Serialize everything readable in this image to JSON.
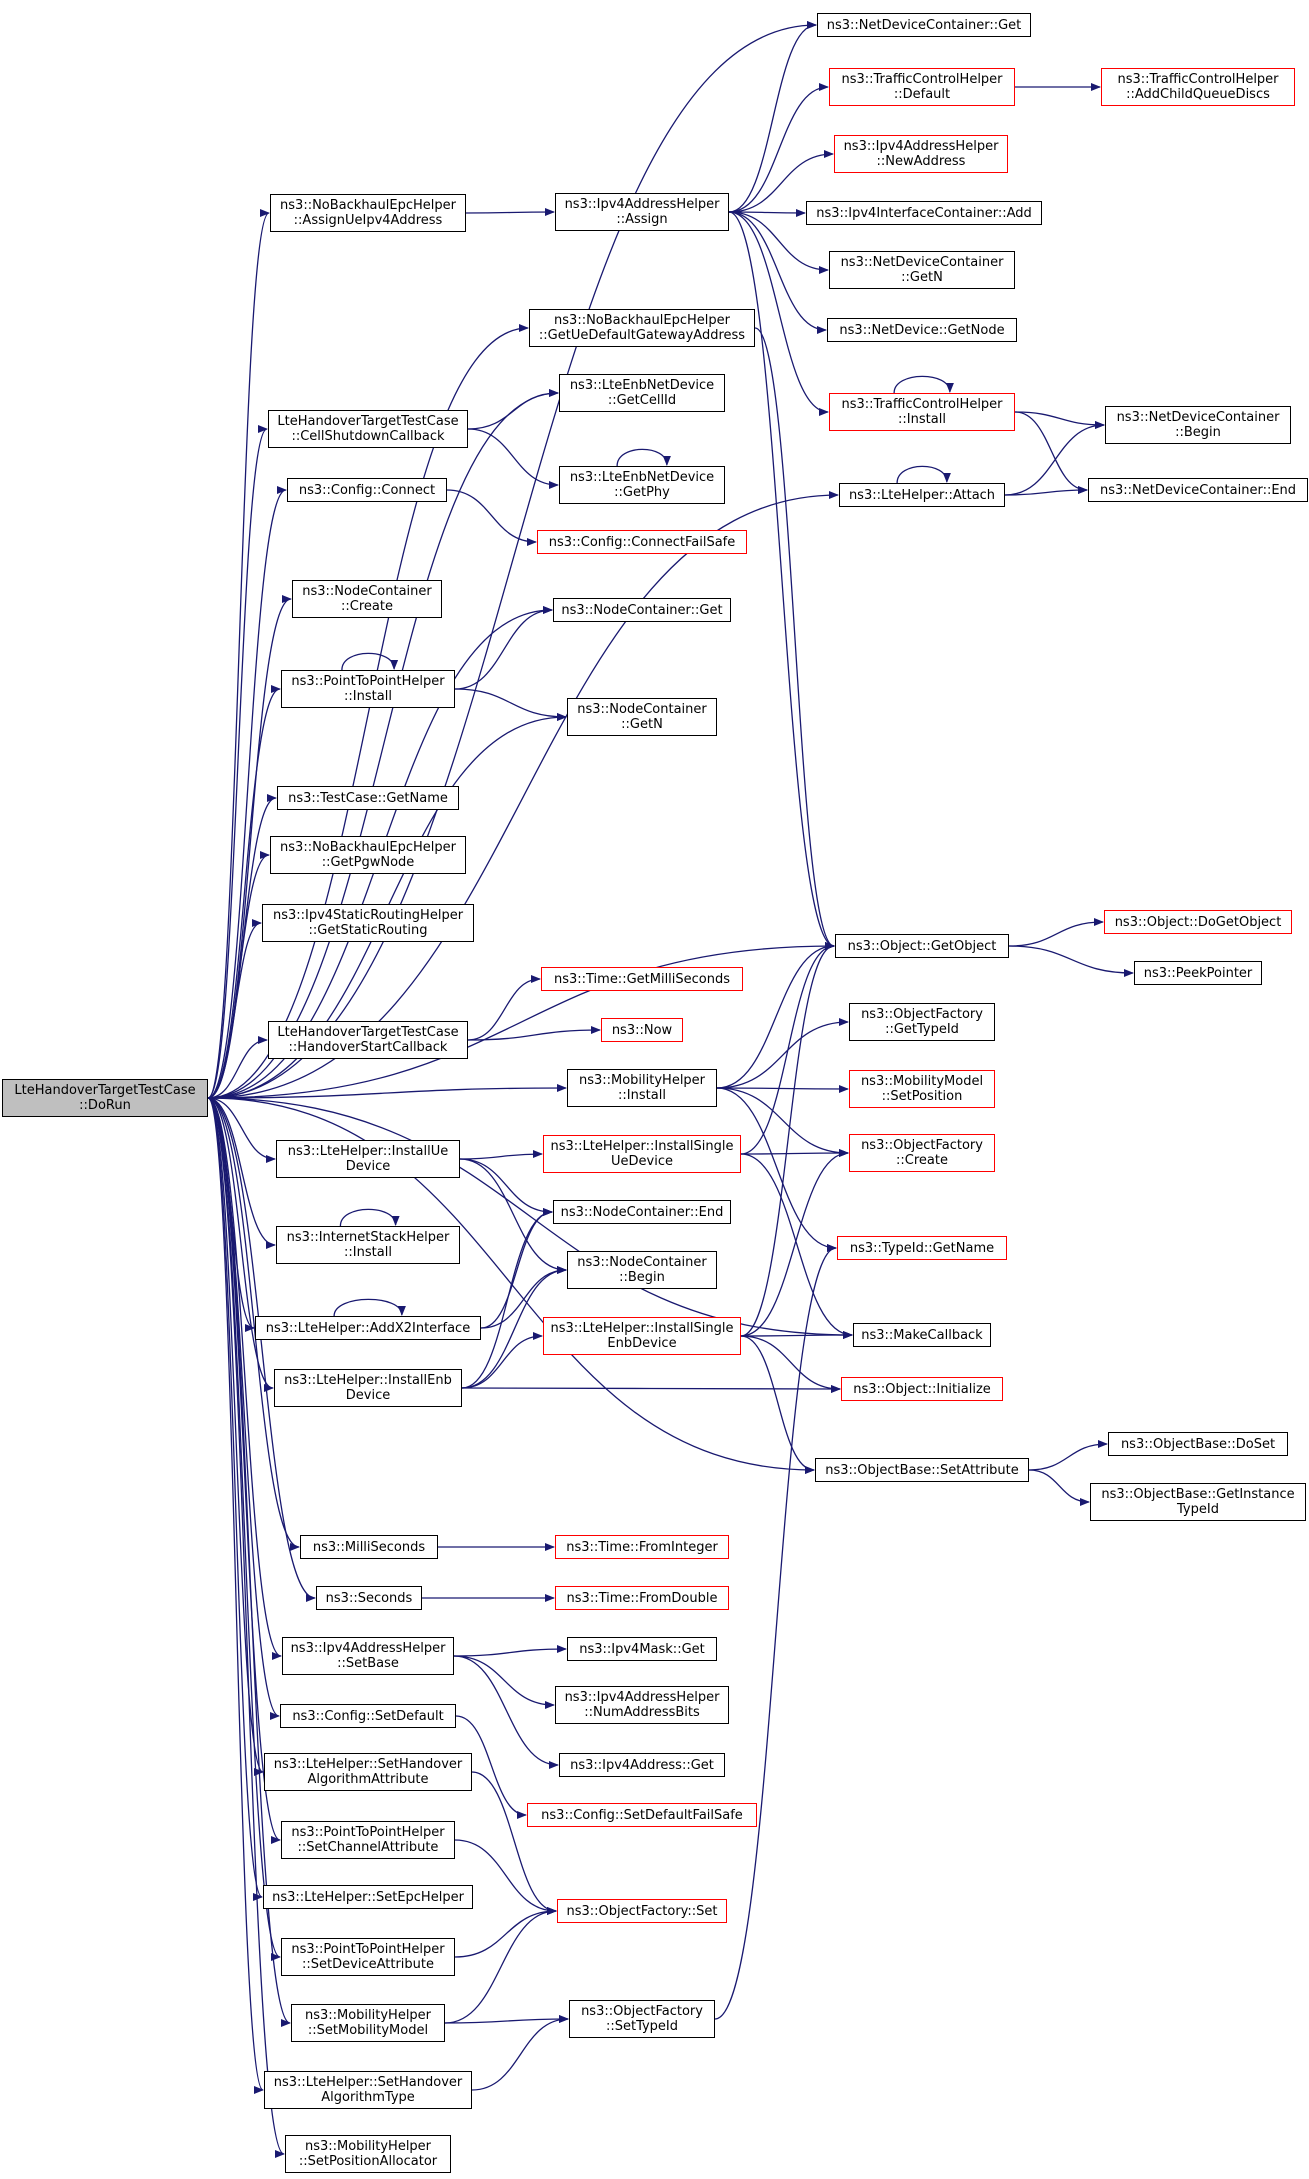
{
  "graph": {
    "root": "root",
    "colors": {
      "edge": "#191970",
      "truncated_border": "#ff0000",
      "node_border": "#000000",
      "root_fill": "#bfbfbf",
      "background": "#ffffff"
    },
    "nodes": [
      {
        "id": "root",
        "lines": [
          "LteHandoverTargetTestCase",
          "::DoRun"
        ],
        "truncated": false
      },
      {
        "id": "nbAssign",
        "lines": [
          "ns3::NoBackhaulEpcHelper",
          "::AssignUeIpv4Address"
        ],
        "truncated": false
      },
      {
        "id": "cellShutdown",
        "lines": [
          "LteHandoverTargetTestCase",
          "::CellShutdownCallback"
        ],
        "truncated": false
      },
      {
        "id": "cfgConnect",
        "lines": [
          "ns3::Config::Connect"
        ],
        "truncated": false
      },
      {
        "id": "ncCreate",
        "lines": [
          "ns3::NodeContainer",
          "::Create"
        ],
        "truncated": false
      },
      {
        "id": "p2pInstall",
        "lines": [
          "ns3::PointToPointHelper",
          "::Install"
        ],
        "truncated": false
      },
      {
        "id": "tcGetName",
        "lines": [
          "ns3::TestCase::GetName"
        ],
        "truncated": false
      },
      {
        "id": "nbPgw",
        "lines": [
          "ns3::NoBackhaulEpcHelper",
          "::GetPgwNode"
        ],
        "truncated": false
      },
      {
        "id": "ipv4Static",
        "lines": [
          "ns3::Ipv4StaticRoutingHelper",
          "::GetStaticRouting"
        ],
        "truncated": false
      },
      {
        "id": "hoStart",
        "lines": [
          "LteHandoverTargetTestCase",
          "::HandoverStartCallback"
        ],
        "truncated": false
      },
      {
        "id": "lteInstallUe",
        "lines": [
          "ns3::LteHelper::InstallUe",
          "Device"
        ],
        "truncated": false
      },
      {
        "id": "inetInstall",
        "lines": [
          "ns3::InternetStackHelper",
          "::Install"
        ],
        "truncated": false
      },
      {
        "id": "addX2",
        "lines": [
          "ns3::LteHelper::AddX2Interface"
        ],
        "truncated": false
      },
      {
        "id": "lteInstallEnb",
        "lines": [
          "ns3::LteHelper::InstallEnb",
          "Device"
        ],
        "truncated": false
      },
      {
        "id": "milliSec",
        "lines": [
          "ns3::MilliSeconds"
        ],
        "truncated": false
      },
      {
        "id": "seconds",
        "lines": [
          "ns3::Seconds"
        ],
        "truncated": false
      },
      {
        "id": "ipv4SetBase",
        "lines": [
          "ns3::Ipv4AddressHelper",
          "::SetBase"
        ],
        "truncated": false
      },
      {
        "id": "cfgSetDefault",
        "lines": [
          "ns3::Config::SetDefault"
        ],
        "truncated": false
      },
      {
        "id": "lteSetHoAttr",
        "lines": [
          "ns3::LteHelper::SetHandover",
          "AlgorithmAttribute"
        ],
        "truncated": false
      },
      {
        "id": "p2pSetChan",
        "lines": [
          "ns3::PointToPointHelper",
          "::SetChannelAttribute"
        ],
        "truncated": false
      },
      {
        "id": "lteSetEpc",
        "lines": [
          "ns3::LteHelper::SetEpcHelper"
        ],
        "truncated": false
      },
      {
        "id": "p2pSetDev",
        "lines": [
          "ns3::PointToPointHelper",
          "::SetDeviceAttribute"
        ],
        "truncated": false
      },
      {
        "id": "mobSetModel",
        "lines": [
          "ns3::MobilityHelper",
          "::SetMobilityModel"
        ],
        "truncated": false
      },
      {
        "id": "lteSetHoType",
        "lines": [
          "ns3::LteHelper::SetHandover",
          "AlgorithmType"
        ],
        "truncated": false
      },
      {
        "id": "mobSetPos",
        "lines": [
          "ns3::MobilityHelper",
          "::SetPositionAllocator"
        ],
        "truncated": false
      },
      {
        "id": "ipv4Assign",
        "lines": [
          "ns3::Ipv4AddressHelper",
          "::Assign"
        ],
        "truncated": false
      },
      {
        "id": "nbGetGw",
        "lines": [
          "ns3::NoBackhaulEpcHelper",
          "::GetUeDefaultGatewayAddress"
        ],
        "truncated": false
      },
      {
        "id": "enbGetCellId",
        "lines": [
          "ns3::LteEnbNetDevice",
          "::GetCellId"
        ],
        "truncated": false
      },
      {
        "id": "enbGetPhy",
        "lines": [
          "ns3::LteEnbNetDevice",
          "::GetPhy"
        ],
        "truncated": false
      },
      {
        "id": "cfgConnectFs",
        "lines": [
          "ns3::Config::ConnectFailSafe"
        ],
        "truncated": true
      },
      {
        "id": "ncGet",
        "lines": [
          "ns3::NodeContainer::Get"
        ],
        "truncated": false
      },
      {
        "id": "ncGetN",
        "lines": [
          "ns3::NodeContainer",
          "::GetN"
        ],
        "truncated": false
      },
      {
        "id": "timeGetMs",
        "lines": [
          "ns3::Time::GetMilliSeconds"
        ],
        "truncated": true
      },
      {
        "id": "now",
        "lines": [
          "ns3::Now"
        ],
        "truncated": true
      },
      {
        "id": "mobInstall",
        "lines": [
          "ns3::MobilityHelper",
          "::Install"
        ],
        "truncated": false
      },
      {
        "id": "lteInstallSingleUe",
        "lines": [
          "ns3::LteHelper::InstallSingle",
          "UeDevice"
        ],
        "truncated": true
      },
      {
        "id": "ncEnd",
        "lines": [
          "ns3::NodeContainer::End"
        ],
        "truncated": false
      },
      {
        "id": "ncBegin",
        "lines": [
          "ns3::NodeContainer",
          "::Begin"
        ],
        "truncated": false
      },
      {
        "id": "lteInstallSingleEnb",
        "lines": [
          "ns3::LteHelper::InstallSingle",
          "EnbDevice"
        ],
        "truncated": true
      },
      {
        "id": "timeFromInt",
        "lines": [
          "ns3::Time::FromInteger"
        ],
        "truncated": true
      },
      {
        "id": "timeFromDbl",
        "lines": [
          "ns3::Time::FromDouble"
        ],
        "truncated": true
      },
      {
        "id": "ipv4MaskGet",
        "lines": [
          "ns3::Ipv4Mask::Get"
        ],
        "truncated": false
      },
      {
        "id": "ipv4NumAddr",
        "lines": [
          "ns3::Ipv4AddressHelper",
          "::NumAddressBits"
        ],
        "truncated": false
      },
      {
        "id": "ipv4AddrGet",
        "lines": [
          "ns3::Ipv4Address::Get"
        ],
        "truncated": false
      },
      {
        "id": "cfgSetDefaultFs",
        "lines": [
          "ns3::Config::SetDefaultFailSafe"
        ],
        "truncated": true
      },
      {
        "id": "ofSet",
        "lines": [
          "ns3::ObjectFactory::Set"
        ],
        "truncated": true
      },
      {
        "id": "ofSetTypeId",
        "lines": [
          "ns3::ObjectFactory",
          "::SetTypeId"
        ],
        "truncated": false
      },
      {
        "id": "ndcGet",
        "lines": [
          "ns3::NetDeviceContainer::Get"
        ],
        "truncated": false
      },
      {
        "id": "tchDefault",
        "lines": [
          "ns3::TrafficControlHelper",
          "::Default"
        ],
        "truncated": true
      },
      {
        "id": "ipv4NewAddr",
        "lines": [
          "ns3::Ipv4AddressHelper",
          "::NewAddress"
        ],
        "truncated": true
      },
      {
        "id": "ipv4IcAdd",
        "lines": [
          "ns3::Ipv4InterfaceContainer::Add"
        ],
        "truncated": false
      },
      {
        "id": "ndcGetN",
        "lines": [
          "ns3::NetDeviceContainer",
          "::GetN"
        ],
        "truncated": false
      },
      {
        "id": "ndGetNode",
        "lines": [
          "ns3::NetDevice::GetNode"
        ],
        "truncated": false
      },
      {
        "id": "tchInstall",
        "lines": [
          "ns3::TrafficControlHelper",
          "::Install"
        ],
        "truncated": true
      },
      {
        "id": "lteAttach",
        "lines": [
          "ns3::LteHelper::Attach"
        ],
        "truncated": false
      },
      {
        "id": "objGetObject",
        "lines": [
          "ns3::Object::GetObject"
        ],
        "truncated": false
      },
      {
        "id": "ofGetTypeId",
        "lines": [
          "ns3::ObjectFactory",
          "::GetTypeId"
        ],
        "truncated": false
      },
      {
        "id": "mmSetPos",
        "lines": [
          "ns3::MobilityModel",
          "::SetPosition"
        ],
        "truncated": true
      },
      {
        "id": "ofCreate",
        "lines": [
          "ns3::ObjectFactory",
          "::Create"
        ],
        "truncated": true
      },
      {
        "id": "typeIdGetName",
        "lines": [
          "ns3::TypeId::GetName"
        ],
        "truncated": true
      },
      {
        "id": "makeCallback",
        "lines": [
          "ns3::MakeCallback"
        ],
        "truncated": false
      },
      {
        "id": "objInit",
        "lines": [
          "ns3::Object::Initialize"
        ],
        "truncated": true
      },
      {
        "id": "obSetAttr",
        "lines": [
          "ns3::ObjectBase::SetAttribute"
        ],
        "truncated": false
      },
      {
        "id": "tchAddChild",
        "lines": [
          "ns3::TrafficControlHelper",
          "::AddChildQueueDiscs"
        ],
        "truncated": true
      },
      {
        "id": "ndcBegin",
        "lines": [
          "ns3::NetDeviceContainer",
          "::Begin"
        ],
        "truncated": false
      },
      {
        "id": "ndcEnd",
        "lines": [
          "ns3::NetDeviceContainer::End"
        ],
        "truncated": false
      },
      {
        "id": "objDoGet",
        "lines": [
          "ns3::Object::DoGetObject"
        ],
        "truncated": true
      },
      {
        "id": "peek",
        "lines": [
          "ns3::PeekPointer"
        ],
        "truncated": false
      },
      {
        "id": "obDoSet",
        "lines": [
          "ns3::ObjectBase::DoSet"
        ],
        "truncated": false
      },
      {
        "id": "obGetInst",
        "lines": [
          "ns3::ObjectBase::GetInstance",
          "TypeId"
        ],
        "truncated": false
      }
    ]
  }
}
